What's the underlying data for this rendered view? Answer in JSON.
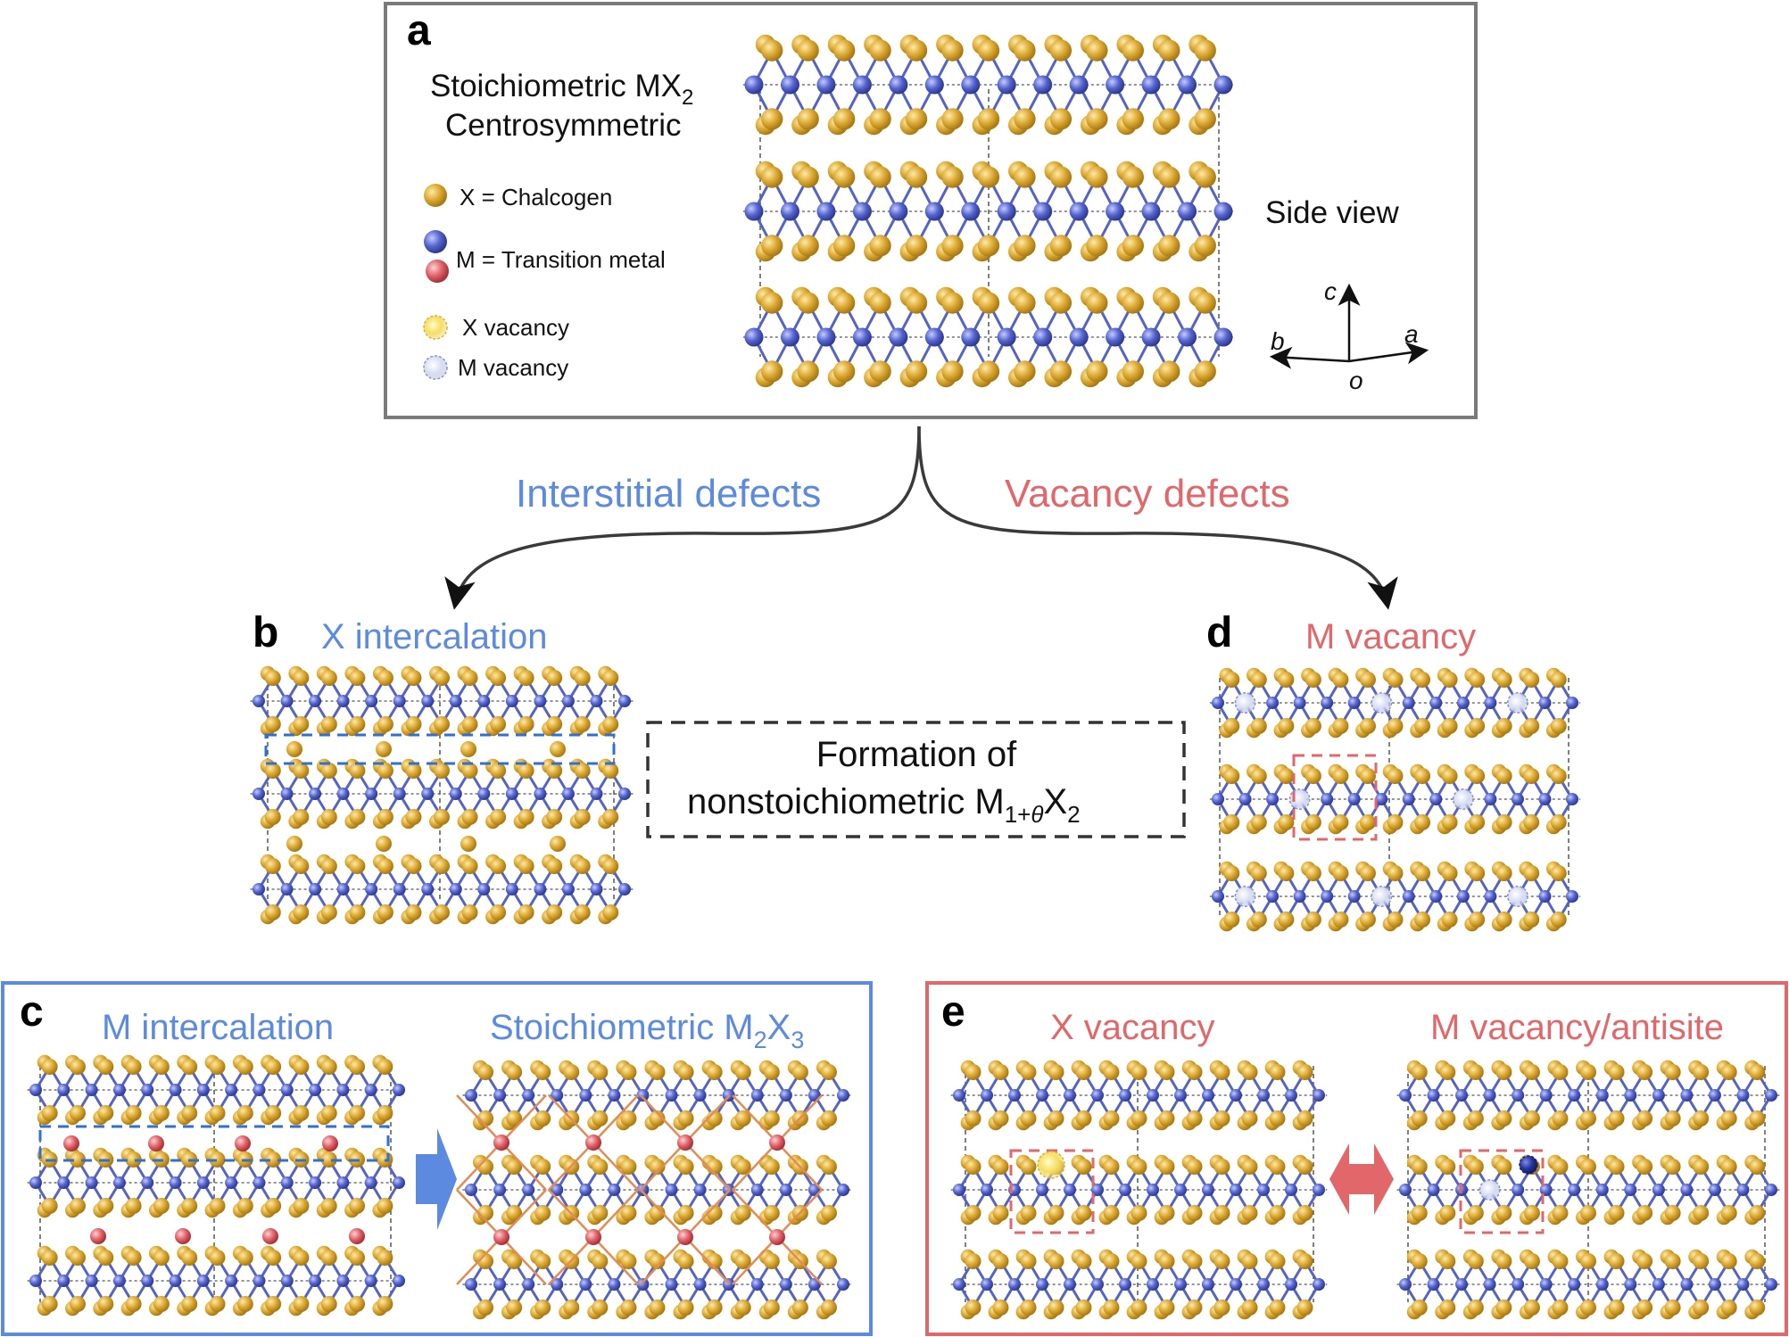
{
  "panel_a": {
    "letter": "a",
    "title_line1": "Stoichiometric MX",
    "title_line1_sub": "2",
    "title_line2": "Centrosymmetric",
    "legend": [
      {
        "symbol": "x-atom",
        "text": "X = Chalcogen"
      },
      {
        "symbol": "m-atom",
        "text": "M = Transition metal"
      },
      {
        "symbol": "x-vacancy",
        "text": "X vacancy"
      },
      {
        "symbol": "m-vacancy",
        "text": "M vacancy"
      }
    ],
    "side_view": "Side view",
    "axes": {
      "c": "c",
      "b": "b",
      "a": "a",
      "o": "o"
    }
  },
  "branches": {
    "left": "Interstitial defects",
    "right": "Vacancy defects"
  },
  "panel_b": {
    "letter": "b",
    "title": "X intercalation"
  },
  "formation": {
    "line1": "Formation of",
    "line2_prefix": "nonstoichiometric M",
    "line2_sub": "1+",
    "line2_theta": "θ",
    "line2_mid": "X",
    "line2_sub2": "2"
  },
  "panel_d": {
    "letter": "d",
    "title": "M vacancy"
  },
  "panel_c": {
    "letter": "c",
    "title_left": "M intercalation",
    "title_right_prefix": "Stoichiometric M",
    "title_right_sub1": "2",
    "title_right_mid": "X",
    "title_right_sub2": "3"
  },
  "panel_e": {
    "letter": "e",
    "title_left": "X vacancy",
    "title_right": "M vacancy/antisite"
  },
  "colors": {
    "chalcogen": "#d4a02a",
    "metal": "#4f5fc8",
    "intercalant_metal": "#e0575f",
    "blue_accent": "#5b8ae0",
    "red_accent": "#e2676a",
    "frame_gray": "#7a7a7a"
  }
}
